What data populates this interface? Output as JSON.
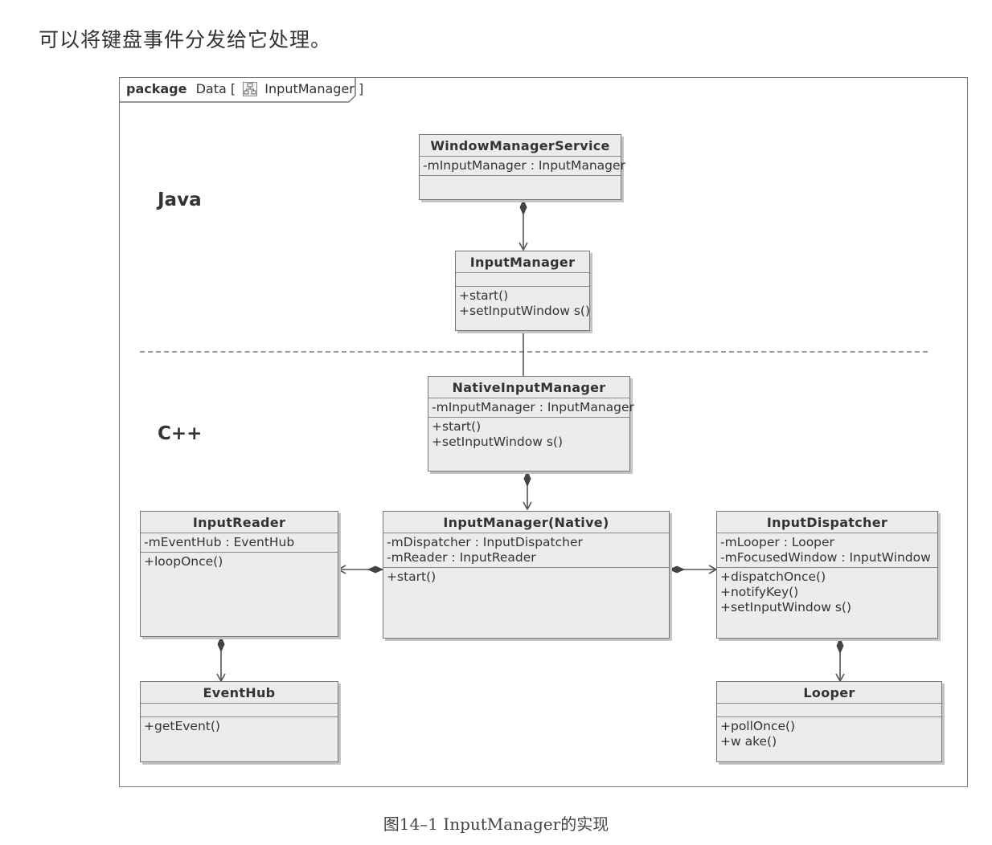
{
  "intro_text": "可以将键盘事件分发给它处理。",
  "package_label": {
    "keyword": "package",
    "name_open": "Data [",
    "icon": "package-diagram-icon",
    "target": "InputManager ]"
  },
  "regions": {
    "java": "Java",
    "cpp": "C++"
  },
  "classes": {
    "wms": {
      "name": "WindowManagerService",
      "attributes": [
        "-mInputManager : InputManager"
      ],
      "operations": []
    },
    "inputmanager": {
      "name": "InputManager",
      "attributes": [],
      "operations": [
        "+start()",
        "+setInputWindow s()"
      ]
    },
    "native": {
      "name": "NativeInputManager",
      "attributes": [
        "-mInputManager : InputManager"
      ],
      "operations": [
        "+start()",
        "+setInputWindow s()"
      ]
    },
    "reader": {
      "name": "InputReader",
      "attributes": [
        "-mEventHub : EventHub"
      ],
      "operations": [
        "+loopOnce()"
      ]
    },
    "imnative": {
      "name": "InputManager(Native)",
      "attributes": [
        "-mDispatcher : InputDispatcher",
        "-mReader : InputReader"
      ],
      "operations": [
        "+start()"
      ]
    },
    "dispatcher": {
      "name": "InputDispatcher",
      "attributes": [
        "-mLooper : Looper",
        "-mFocusedWindow : InputWindow"
      ],
      "operations": [
        "+dispatchOnce()",
        "+notifyKey()",
        "+setInputWindow s()"
      ]
    },
    "eventhub": {
      "name": "EventHub",
      "attributes": [],
      "operations": [
        "+getEvent()"
      ]
    },
    "looper": {
      "name": "Looper",
      "attributes": [],
      "operations": [
        "+pollOnce()",
        "+w ake()"
      ]
    }
  },
  "caption": "图14–1    InputManager的实现"
}
